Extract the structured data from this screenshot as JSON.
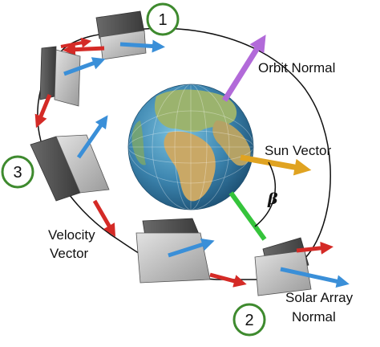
{
  "labels": {
    "orbit_normal": "Orbit Normal",
    "sun_vector": "Sun Vector",
    "beta": "β",
    "velocity_vector_line1": "Velocity",
    "velocity_vector_line2": "Vector",
    "solar_array_normal_line1": "Solar Array",
    "solar_array_normal_line2": "Normal"
  },
  "positions": {
    "p1": "1",
    "p2": "2",
    "p3": "3"
  },
  "colors": {
    "orbit_normal_arrow": "#b26ad9",
    "sun_vector_arrow": "#e0a321",
    "green_vector": "#35c43b",
    "velocity_arrow": "#d42a26",
    "solar_array_normal_arrow": "#3a8fd8",
    "circle_outline": "#3e8a2e",
    "orbit_line": "#111111"
  }
}
